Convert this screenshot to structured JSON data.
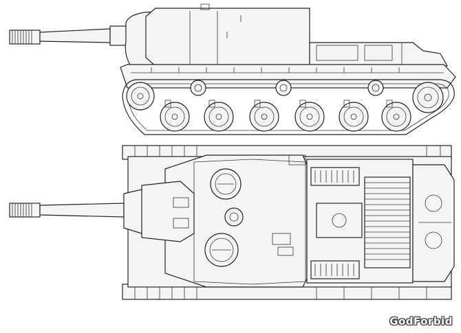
{
  "watermark": {
    "text": "GodForbid"
  },
  "colors": {
    "line": "#222222",
    "paper": "#ffffff",
    "panel_fill": "#f4f4f4"
  },
  "views": [
    "side-view",
    "top-view"
  ]
}
